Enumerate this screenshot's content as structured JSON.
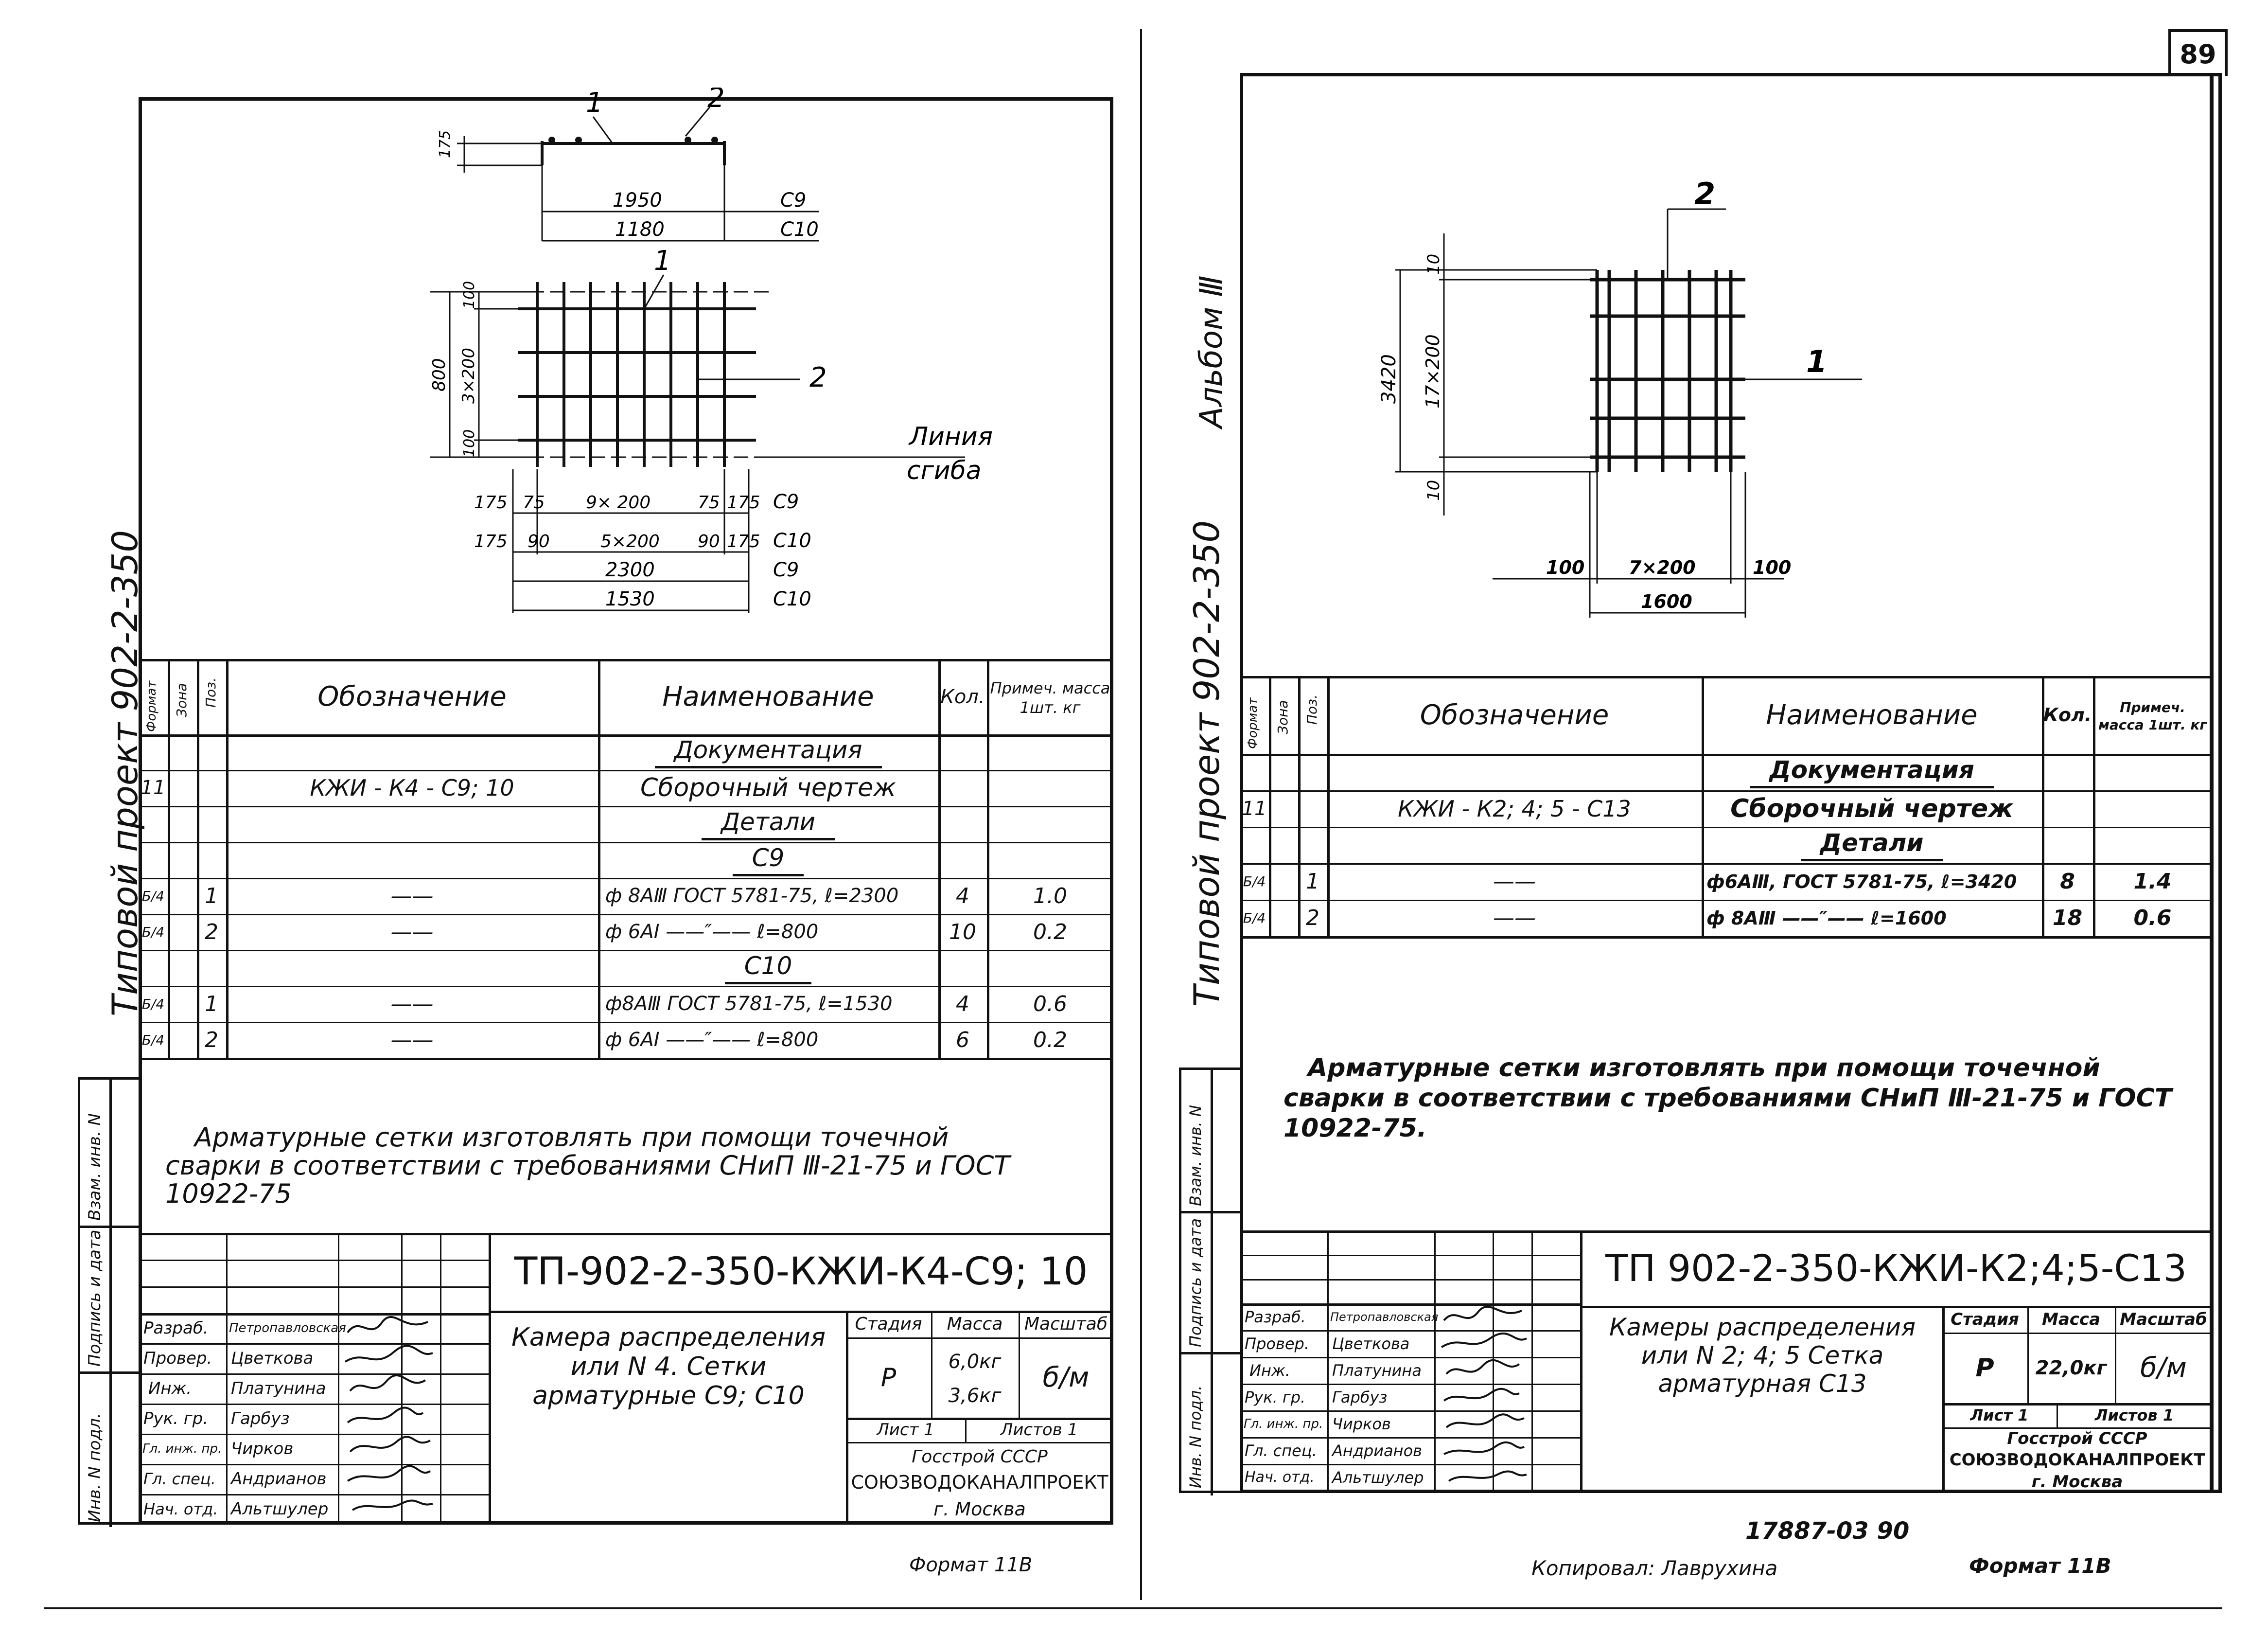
{
  "page_number": "89",
  "left": {
    "side_label": "Типовой проект 902-2-350",
    "drawing": {
      "pos1": "1",
      "pos2": "2",
      "dim_175": "175",
      "dim_1950": "1950",
      "dim_1180": "1180",
      "c9": "С9",
      "c10": "С10",
      "dim_800": "800",
      "dim_100": "100",
      "dim_3x200": "3×200",
      "dim_100b": "100",
      "bend_line": "Линия сгиба",
      "dim_175a": "175",
      "dim_75a": "75",
      "dim_9x200": "9× 200",
      "dim_75b": "75",
      "dim_175b": "175",
      "dim_175c": "175",
      "dim_90a": "90",
      "dim_5x200": "5×200",
      "dim_90b": "90",
      "dim_175d": "175",
      "dim_2300": "2300",
      "dim_1530": "1530"
    },
    "table": {
      "headers": [
        "Формат",
        "Зона",
        "Поз.",
        "Обозначение",
        "Наименование",
        "Кол.",
        "Примеч. масса 1шт. кг"
      ],
      "section_docs": "Документация",
      "row_assembly": {
        "format": "11",
        "designation": "КЖИ - К4 - С9; 10",
        "name": "Сборочный чертеж"
      },
      "section_details": "Детали",
      "sub_c9": "С9",
      "rows_c9": [
        {
          "format": "Б/4",
          "pos": "1",
          "designation": "——",
          "name": "ф 8АⅢ ГОСТ 5781-75, ℓ=2300",
          "qty": "4",
          "note": "1.0"
        },
        {
          "format": "Б/4",
          "pos": "2",
          "designation": "——",
          "name": "ф 6АI ——″—— ℓ=800",
          "qty": "10",
          "note": "0.2"
        }
      ],
      "sub_c10": "С10",
      "rows_c10": [
        {
          "format": "Б/4",
          "pos": "1",
          "designation": "——",
          "name": "ф8АⅢ ГОСТ 5781-75, ℓ=1530",
          "qty": "4",
          "note": "0.6"
        },
        {
          "format": "Б/4",
          "pos": "2",
          "designation": "——",
          "name": "ф 6АI ——″—— ℓ=800",
          "qty": "6",
          "note": "0.2"
        }
      ]
    },
    "note": "Арматурные сетки изготовлять при помощи точечной сварки в соответствии с требованиями СНиП Ⅲ-21-75 и ГОСТ 10922-75",
    "stamp_side": [
      "Инв. N подл.",
      "Подпись и дата",
      "Взам. инв. N"
    ],
    "title_block": {
      "code": "ТП-902-2-350-КЖИ-К4-С9; 10",
      "title": "Камера распределения или N 4. Сетки арматурные С9; С10",
      "stage_label": "Стадия",
      "mass_label": "Масса",
      "scale_label": "Масштаб",
      "stage": "Р",
      "mass1": "6,0кг",
      "mass2": "3,6кг",
      "scale": "б/м",
      "sheet": "Лист 1",
      "sheets": "Листов 1",
      "org1": "Госстрой СССР",
      "org2": "СОЮЗВОДОКАНАЛПРОЕКТ",
      "org3": "г. Москва",
      "roles": [
        "Разраб.",
        "Провер.",
        "Инж.",
        "Рук. гр.",
        "Гл. инж. пр.",
        "Гл. спец.",
        "Нач. отд."
      ],
      "names": [
        "Петропавловская",
        "Цветкова",
        "Платунина",
        "Гарбуз",
        "Чирков",
        "Андрианов",
        "Альтшулер"
      ]
    },
    "format": "Формат 11В"
  },
  "right": {
    "side_label1": "Альбом Ⅲ",
    "side_label2": "Типовой проект 902-2-350",
    "drawing": {
      "pos2": "2",
      "pos1": "1",
      "dim_10a": "10",
      "dim_3420": "3420",
      "dim_17x200": "17×200",
      "dim_10b": "10",
      "dim_100a": "100",
      "dim_7x200": "7×200",
      "dim_100b": "100",
      "dim_1600": "1600"
    },
    "table": {
      "headers": [
        "Формат",
        "Зона",
        "Поз.",
        "Обозначение",
        "Наименование",
        "Кол.",
        "Примеч. масса 1шт. кг"
      ],
      "section_docs": "Документация",
      "row_assembly": {
        "format": "11",
        "designation": "КЖИ - К2; 4; 5 - С13",
        "name": "Сборочный чертеж"
      },
      "section_details": "Детали",
      "rows": [
        {
          "format": "Б/4",
          "pos": "1",
          "designation": "——",
          "name": "ф6АⅢ, ГОСТ 5781-75, ℓ=3420",
          "qty": "8",
          "note": "1.4"
        },
        {
          "format": "Б/4",
          "pos": "2",
          "designation": "——",
          "name": "ф 8АⅢ ——″—— ℓ=1600",
          "qty": "18",
          "note": "0.6"
        }
      ]
    },
    "note": "Арматурные сетки изготовлять при помощи точечной сварки в соответствии с требованиями СНиП Ⅲ-21-75 и ГОСТ 10922-75.",
    "stamp_side": [
      "Инв. N подл.",
      "Подпись и дата",
      "Взам. инв. N"
    ],
    "title_block": {
      "code": "ТП 902-2-350-КЖИ-К2;4;5-С13",
      "title": "Камеры распределения или N 2; 4; 5 Сетка арматурная С13",
      "stage_label": "Стадия",
      "mass_label": "Масса",
      "scale_label": "Масштаб",
      "stage": "Р",
      "mass": "22,0кг",
      "scale": "б/м",
      "sheet": "Лист 1",
      "sheets": "Листов 1",
      "org1": "Госстрой СССР",
      "org2": "СОЮЗВОДОКАНАЛПРОЕКТ",
      "org3": "г. Москва",
      "roles": [
        "Разраб.",
        "Провер.",
        "Инж.",
        "Рук. гр.",
        "Гл. инж. пр.",
        "Гл. спец.",
        "Нач. отд."
      ],
      "names": [
        "Петропавловская",
        "Цветкова",
        "Платунина",
        "Гарбуз",
        "Чирков",
        "Андрианов",
        "Альтшулер"
      ]
    },
    "inventory": "17887-03 90",
    "copied": "Копировал: Лаврухина",
    "format": "Формат 11В"
  }
}
